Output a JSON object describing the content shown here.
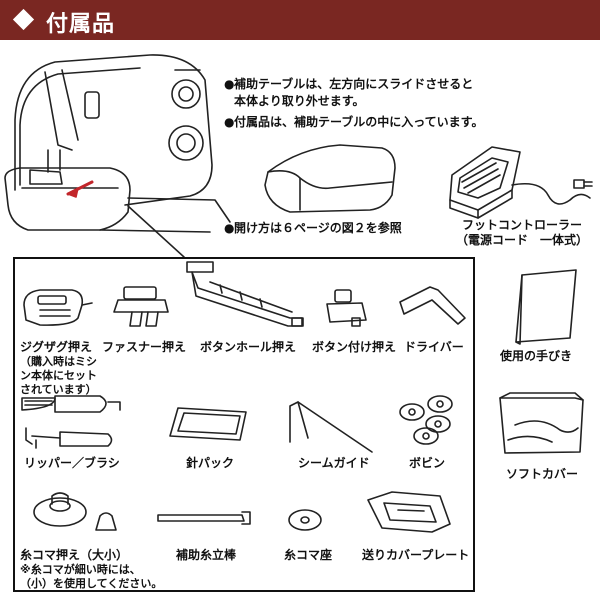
{
  "header": {
    "title": "付属品"
  },
  "notes": [
    {
      "bullet": "●",
      "lines": [
        "補助テーブルは、左方向にスライドさせると",
        "本体より取り外せます。"
      ]
    },
    {
      "bullet": "●",
      "lines": [
        "付属品は、補助テーブルの中に入っています。"
      ]
    },
    {
      "bullet": "●",
      "lines": [
        "開け方は６ページの図２を参照"
      ]
    }
  ],
  "outside": {
    "foot_controller": [
      "フットコントローラー",
      "（電源コード　一体式）"
    ],
    "manual": "使用の手びき",
    "soft_cover": "ソフトカバー"
  },
  "accessories": {
    "zigzag": [
      "ジグザグ押え",
      "（購入時はミシ",
      "ン本体にセット",
      "されています）"
    ],
    "zipper": "ファスナー押え",
    "buttonhole": "ボタンホール押え",
    "button_sew": "ボタン付け押え",
    "screwdriver": "ドライバー",
    "ripper": "リッパー／ブラシ",
    "needle_pack": "針パック",
    "seam_guide": "シームガイド",
    "bobbin": "ボビン",
    "spool_cap": [
      "糸コマ押え（大小）",
      "※糸コマが細い時には、",
      "（小）を使用してください。"
    ],
    "spool_pin": "補助糸立棒",
    "spool_felt": "糸コマ座",
    "cover_plate": "送りカバープレート"
  }
}
